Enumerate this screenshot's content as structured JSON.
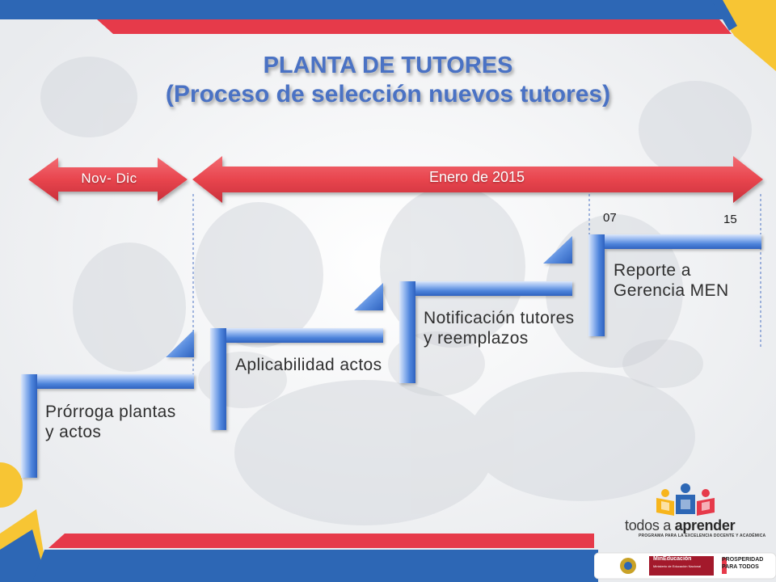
{
  "slide": {
    "title_line1": "PLANTA DE TUTORES",
    "title_line2": "(Proceso de selección nuevos tutores)"
  },
  "periods": [
    {
      "label": "Nov- Dic"
    },
    {
      "label": "Enero de 2015"
    }
  ],
  "day_markers": {
    "start": "07",
    "end": "15"
  },
  "steps": [
    {
      "label": "Prórroga plantas y actos"
    },
    {
      "label": "Aplicabilidad actos"
    },
    {
      "label": "Notificación tutores y reemplazos"
    },
    {
      "label": "Reporte a Gerencia MEN"
    }
  ],
  "branding": {
    "tagline_prefix": "todos a ",
    "tagline_bold": "aprender",
    "subtitle": "PROGRAMA PARA LA EXCELENCIA DOCENTE Y ACADÉMICA",
    "ministry": "MinEducación",
    "ministry_sub": "Ministerio de Educación Nacional",
    "prosperity_line1": "PROSPERIDAD",
    "prosperity_line2": "PARA TODOS"
  },
  "colors": {
    "title": "#4a72c4",
    "arrow": "#e8454e",
    "step_blue": "#3f78d8",
    "top_stripe_blue": "#2d67b5",
    "top_stripe_red": "#e63a4a",
    "accent_yellow": "#f7c534"
  }
}
